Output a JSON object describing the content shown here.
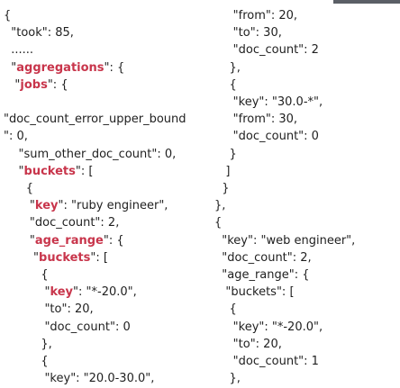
{
  "header": {
    "accent_color": "#5b5f66"
  },
  "code": {
    "highlight_color": "#c8354b",
    "left": [
      [
        {
          "t": "{"
        }
      ],
      [
        {
          "t": "  \"took\": 85,"
        }
      ],
      [
        {
          "t": "  ......"
        }
      ],
      [
        {
          "t": "  \""
        },
        {
          "t": "aggregations",
          "h": true
        },
        {
          "t": "\": {"
        }
      ],
      [
        {
          "t": "   \""
        },
        {
          "t": "jobs",
          "h": true
        },
        {
          "t": "\": {"
        }
      ],
      [
        {
          "t": ""
        }
      ],
      [
        {
          "t": "\"doc_count_error_upper_bound"
        }
      ],
      [
        {
          "t": "\": 0,"
        }
      ],
      [
        {
          "t": "    \"sum_other_doc_count\": 0,"
        }
      ],
      [
        {
          "t": "    \""
        },
        {
          "t": "buckets",
          "h": true
        },
        {
          "t": "\": ["
        }
      ],
      [
        {
          "t": "      {"
        }
      ],
      [
        {
          "t": "       \""
        },
        {
          "t": "key",
          "h": true
        },
        {
          "t": "\": \"ruby engineer\","
        }
      ],
      [
        {
          "t": "       \"doc_count\": 2,"
        }
      ],
      [
        {
          "t": "       \""
        },
        {
          "t": "age_range",
          "h": true
        },
        {
          "t": "\": {"
        }
      ],
      [
        {
          "t": "        \""
        },
        {
          "t": "buckets",
          "h": true
        },
        {
          "t": "\": ["
        }
      ],
      [
        {
          "t": "          {"
        }
      ],
      [
        {
          "t": "           \""
        },
        {
          "t": "key",
          "h": true
        },
        {
          "t": "\": \"*-20.0\","
        }
      ],
      [
        {
          "t": "           \"to\": 20,"
        }
      ],
      [
        {
          "t": "           \"doc_count\": 0"
        }
      ],
      [
        {
          "t": "          },"
        }
      ],
      [
        {
          "t": "          {"
        }
      ],
      [
        {
          "t": "           \"key\": \"20.0-30.0\","
        }
      ]
    ],
    "right": [
      [
        {
          "t": "     \"from\": 20,"
        }
      ],
      [
        {
          "t": "     \"to\": 30,"
        }
      ],
      [
        {
          "t": "     \"doc_count\": 2"
        }
      ],
      [
        {
          "t": "    },"
        }
      ],
      [
        {
          "t": "    {"
        }
      ],
      [
        {
          "t": "     \"key\": \"30.0-*\","
        }
      ],
      [
        {
          "t": "     \"from\": 30,"
        }
      ],
      [
        {
          "t": "     \"doc_count\": 0"
        }
      ],
      [
        {
          "t": "    }"
        }
      ],
      [
        {
          "t": "   ]"
        }
      ],
      [
        {
          "t": "  }"
        }
      ],
      [
        {
          "t": "},"
        }
      ],
      [
        {
          "t": "{"
        }
      ],
      [
        {
          "t": "  \"key\": \"web engineer\","
        }
      ],
      [
        {
          "t": "  \"doc_count\": 2,"
        }
      ],
      [
        {
          "t": "  \"age_range\": {"
        }
      ],
      [
        {
          "t": "   \"buckets\": ["
        }
      ],
      [
        {
          "t": "    {"
        }
      ],
      [
        {
          "t": "     \"key\": \"*-20.0\","
        }
      ],
      [
        {
          "t": "     \"to\": 20,"
        }
      ],
      [
        {
          "t": "     \"doc_count\": 1"
        }
      ],
      [
        {
          "t": "    },"
        }
      ]
    ]
  }
}
